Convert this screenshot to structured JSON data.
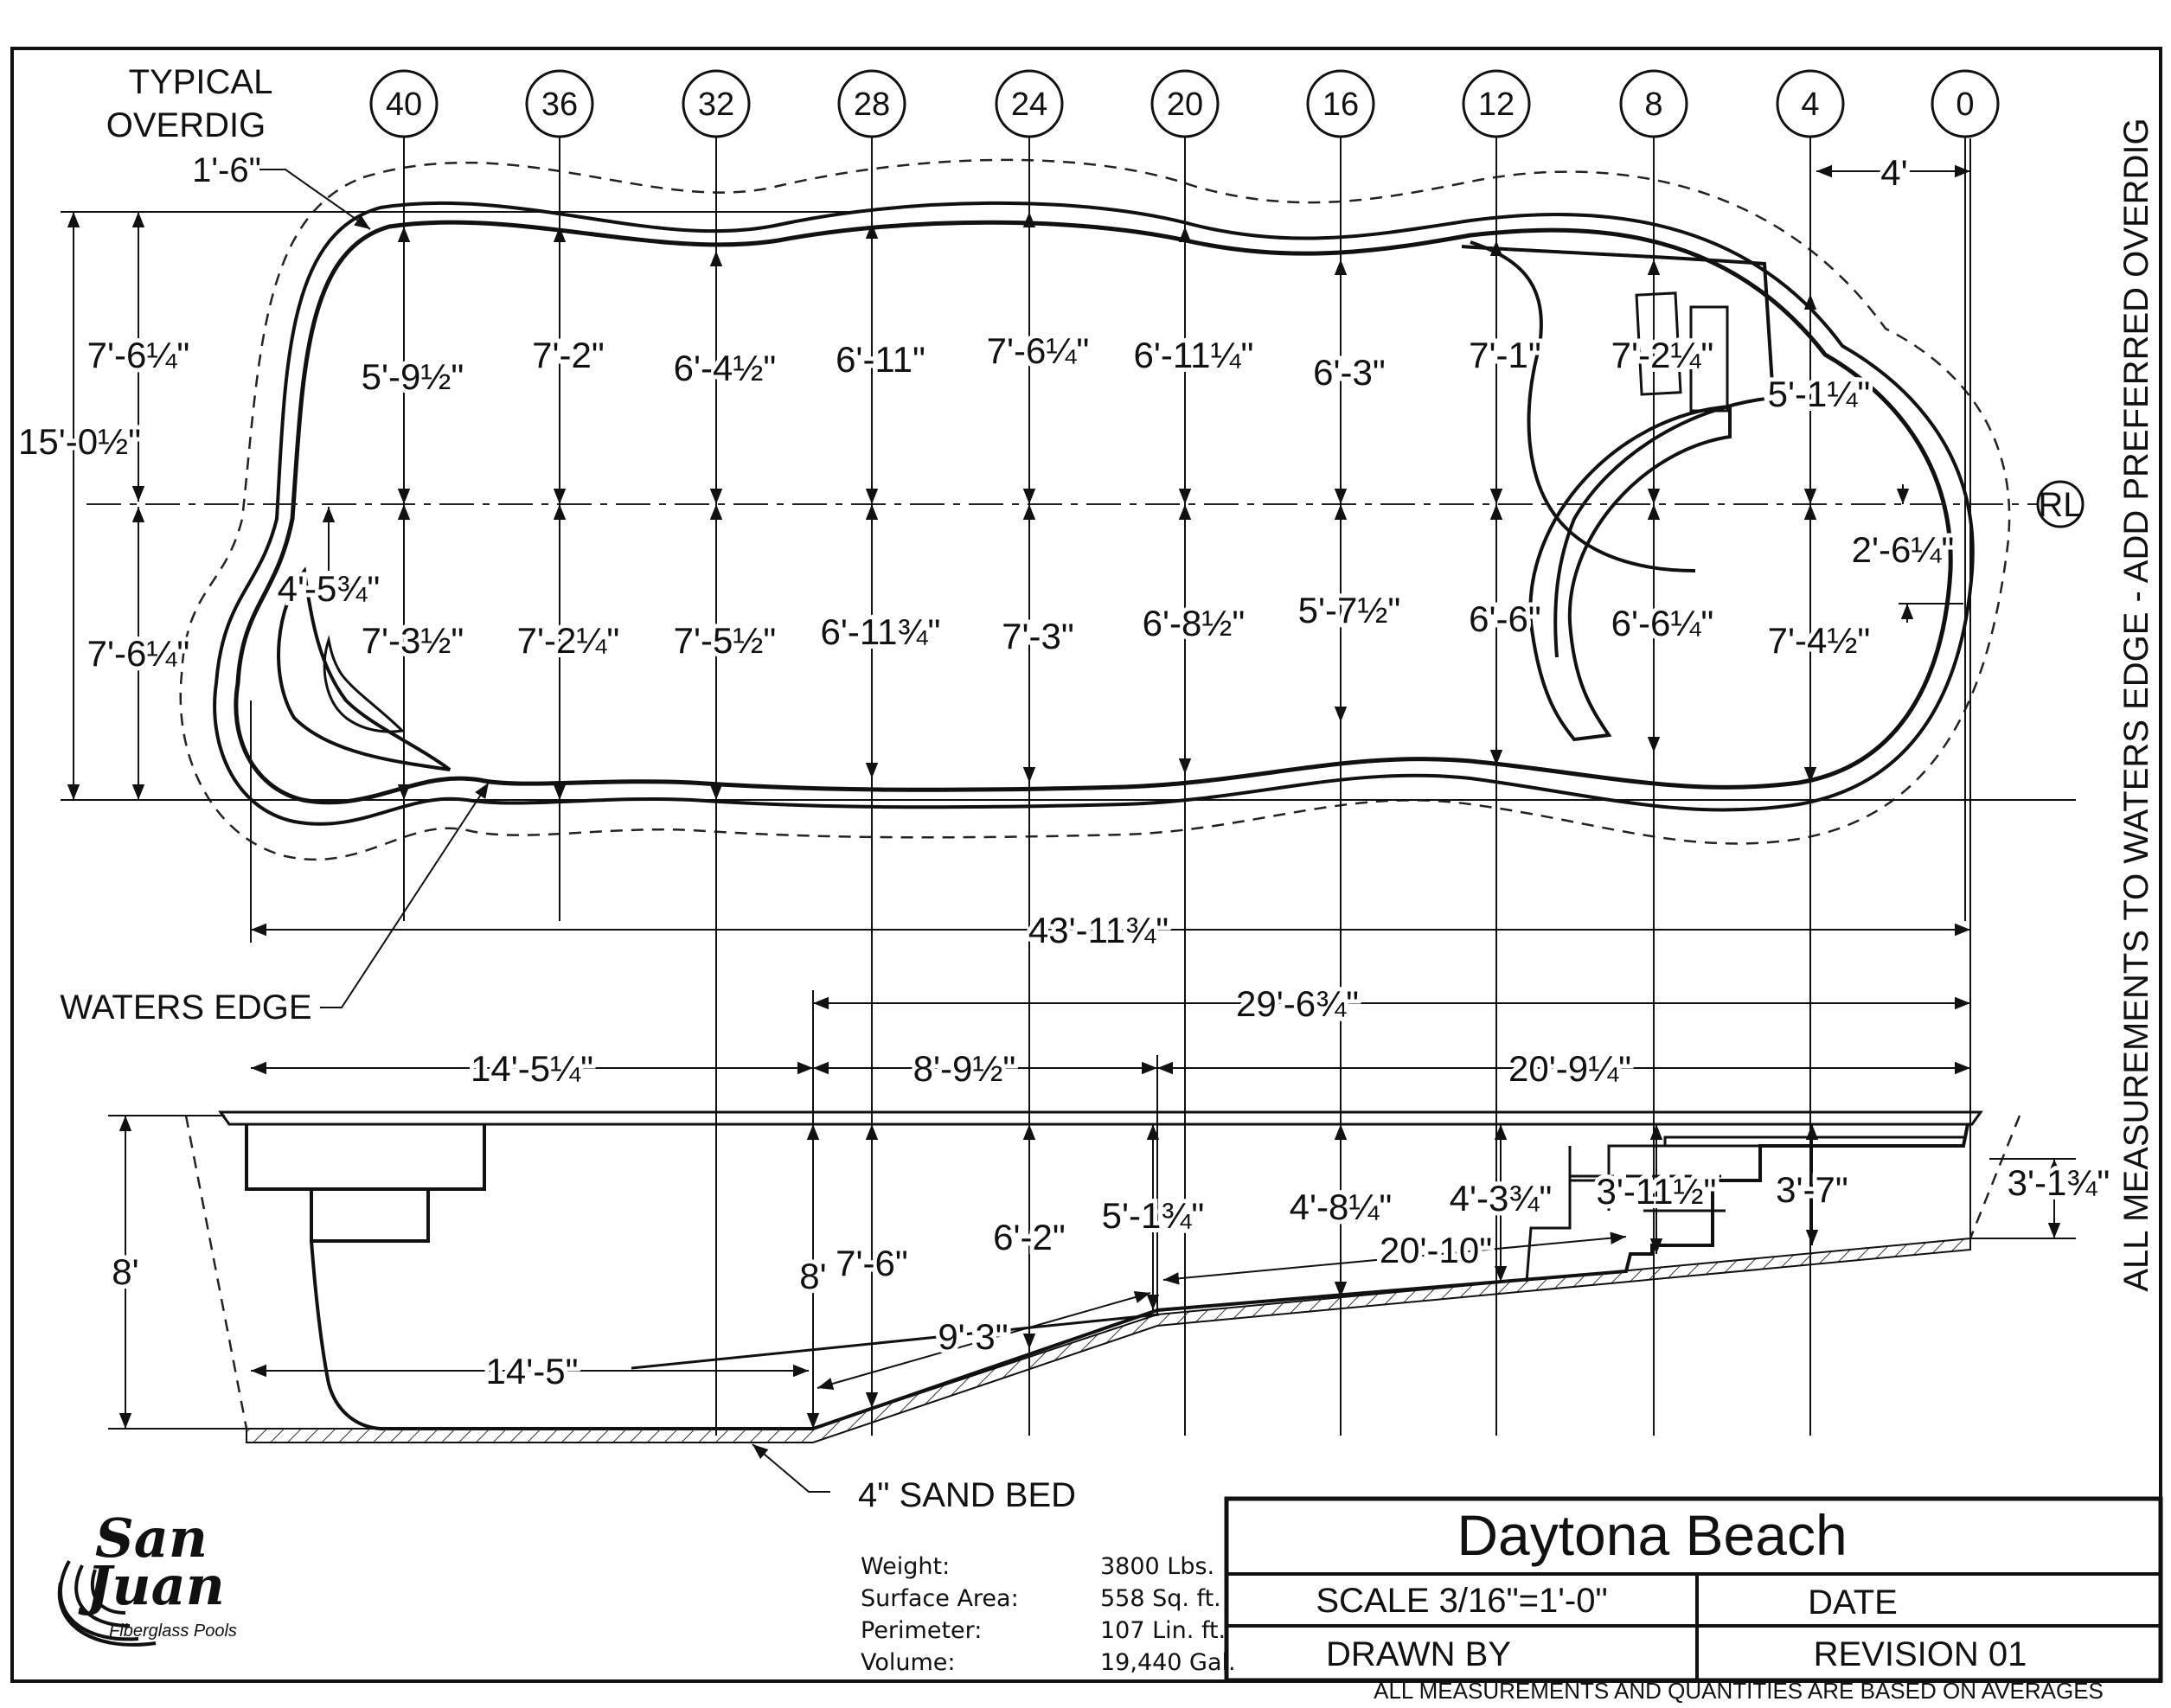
{
  "drawing": {
    "stations": [
      "40",
      "36",
      "32",
      "28",
      "24",
      "20",
      "16",
      "12",
      "8",
      "4",
      "0"
    ],
    "labels": {
      "overdig": [
        "TYPICAL",
        "OVERDIG",
        "1'-6\""
      ],
      "waters_edge": "WATERS EDGE",
      "sand_bed": "4\" SAND BED",
      "centerline": "RL",
      "side_note": "ALL MEASUREMENTS TO WATERS EDGE - ADD PREFERRED OVERDIG"
    },
    "plan_dims": {
      "overall_width": "15'-0½\"",
      "half_width_top": "7'-6¼\"",
      "half_width_bottom": "7'-6¼\"",
      "offset_4": "4'",
      "top_row": [
        "5'-9½\"",
        "7'-2\"",
        "6'-4½\"",
        "6'-11\"",
        "7'-6¼\"",
        "6'-11¼\"",
        "6'-3\"",
        "7'-1\"",
        "7'-2¼\"",
        "5'-1¼\""
      ],
      "bottom_row": [
        "7'-3½\"",
        "7'-2¼\"",
        "7'-5½\"",
        "6'-11¾\"",
        "7'-3\"",
        "6'-8½\"",
        "5'-7½\"",
        "6'-6\"",
        "6'-6¼\"",
        "7'-4½\""
      ],
      "left_seat": "4'-5¾\"",
      "right_end": "2'-6¼\"",
      "overall_length": "43'-11¾\""
    },
    "section_dims": {
      "run_29": "29'-6¾\"",
      "run_14": "14'-5¼\"",
      "run_8": "8'-9½\"",
      "run_20": "20'-9¼\"",
      "depth_8_left": "8'",
      "depth_8_mid": "8'",
      "depth_7_6": "7'-6\"",
      "depth_6_2": "6'-2\"",
      "depth_5_1": "5'-1¾\"",
      "depth_4_8": "4'-8¼\"",
      "depth_4_3": "4'-3¾\"",
      "depth_3_11": "3'-11½\"",
      "depth_3_7": "3'-7\"",
      "depth_3_1": "3'-1¾\"",
      "slope_20_10": "20'-10\"",
      "slope_9_3": "9' 3\"",
      "flat_14_5": "14'-5\""
    }
  },
  "specs": [
    {
      "label": "Weight:",
      "value": "3800 Lbs."
    },
    {
      "label": "Surface Area:",
      "value": "558 Sq. ft."
    },
    {
      "label": "Perimeter:",
      "value": "107 Lin. ft."
    },
    {
      "label": "Volume:",
      "value": "19,440 Gal."
    }
  ],
  "logo": {
    "line1": "San",
    "line2": "Juan",
    "tagline": "Fiberglass Pools"
  },
  "title_block": {
    "name": "Daytona Beach",
    "scale": "SCALE 3/16\"=1'-0\"",
    "date": "DATE",
    "drawn_by": "DRAWN BY",
    "revision": "REVISION 01"
  },
  "footer": "ALL MEASUREMENTS AND QUANTITIES ARE BASED ON AVERAGES"
}
